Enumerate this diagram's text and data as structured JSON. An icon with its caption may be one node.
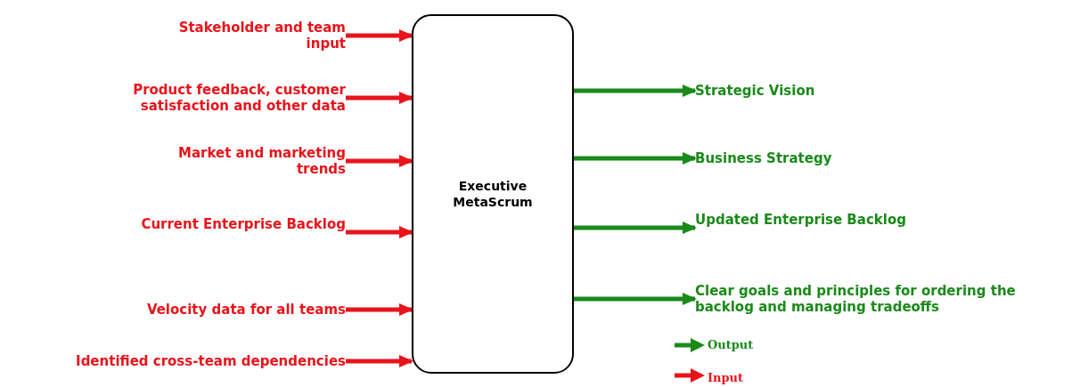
{
  "diagram": {
    "nodes": [
      {
        "text": [
          "Executive MetaScrum"
        ]
      },
      {
        "text": [
          "Stakeholder and team input"
        ]
      },
      {
        "text": [
          "Product feedback, customer satisfaction and other data"
        ]
      },
      {
        "text": [
          "Market and marketing trends"
        ]
      },
      {
        "text": [
          "Current Enterprise Backlog"
        ]
      },
      {
        "text": [
          "Velocity data for all teams"
        ]
      },
      {
        "text": [
          "Identified cross-team dependencies"
        ]
      },
      {
        "text": [
          "Strategic Vision"
        ]
      },
      {
        "text": [
          "Business Strategy"
        ]
      },
      {
        "text": [
          "Updated Enterprise Backlog"
        ]
      },
      {
        "text": [
          "Clear goals and principles for ordering the backlog and managing tradeoffs"
        ]
      }
    ],
    "edges": [
      {
        "from": 1,
        "to": 0,
        "arrow": "to"
      },
      {
        "from": 2,
        "to": 0,
        "arrow": "to"
      },
      {
        "from": 3,
        "to": 0,
        "arrow": "to"
      },
      {
        "from": 4,
        "to": 0,
        "arrow": "to"
      },
      {
        "from": 5,
        "to": 0,
        "arrow": "to"
      },
      {
        "from": 6,
        "to": 0,
        "arrow": "to"
      },
      {
        "from": 0,
        "to": 7,
        "arrow": "to",
        "color": "#1a8a1a"
      },
      {
        "from": 0,
        "to": 8,
        "arrow": "to",
        "color": "#1a8a1a"
      },
      {
        "from": 0,
        "to": 9,
        "arrow": "to",
        "color": "#1a8a1a"
      },
      {
        "from": 0,
        "to": 10,
        "arrow": "to",
        "color": "#1a8a1a"
      }
    ],
    "legend": [
      {
        "text": "Output"
      },
      {
        "text": "Input"
      }
    ]
  }
}
